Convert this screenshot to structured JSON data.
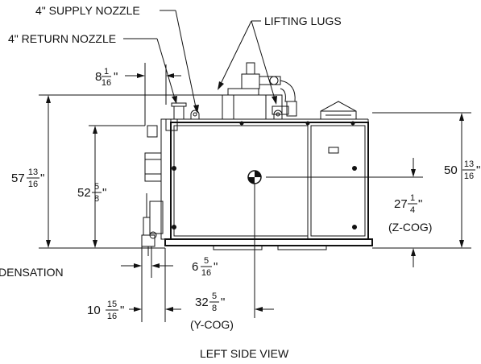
{
  "labels": {
    "supply_nozzle": "4\" SUPPLY NOZZLE",
    "return_nozzle": "4\" RETURN NOZZLE",
    "lifting_lugs": "LIFTING LUGS",
    "condensation": "DENSATION",
    "view_title": "LEFT SIDE VIEW"
  },
  "dimensions": {
    "top_offset": {
      "whole": "8",
      "num": "1",
      "den": "16",
      "unit": "\""
    },
    "overall_height": {
      "whole": "57",
      "num": "13",
      "den": "16",
      "unit": "\""
    },
    "body_height": {
      "whole": "52",
      "num": "5",
      "den": "8",
      "unit": "\""
    },
    "right_height": {
      "whole": "50",
      "num": "13",
      "den": "16",
      "unit": "\""
    },
    "z_cog": {
      "whole": "27",
      "num": "1",
      "den": "4",
      "unit": "\"",
      "note": "(Z-COG)"
    },
    "pipe_offset": {
      "whole": "6",
      "num": "5",
      "den": "16",
      "unit": "\""
    },
    "left_offset": {
      "whole": "10",
      "num": "15",
      "den": "16",
      "unit": "\""
    },
    "y_cog": {
      "whole": "32",
      "num": "5",
      "den": "8",
      "unit": "\"",
      "note": "(Y-COG)"
    }
  }
}
